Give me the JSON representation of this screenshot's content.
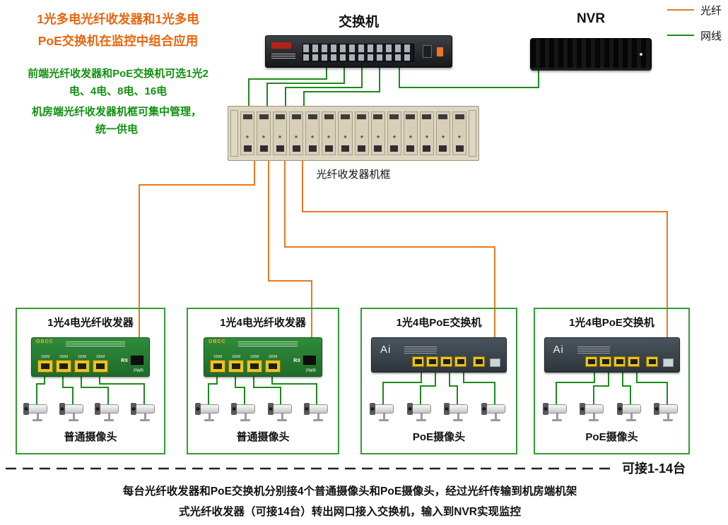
{
  "colors": {
    "fiber_line": "#e87920",
    "ethernet_line": "#1b8a1b",
    "title_text": "#e8650d",
    "note_text": "#119111",
    "group_border": "#2f9e2f"
  },
  "legend": {
    "fiber_label": "光纤",
    "ethernet_label": "网线"
  },
  "intro": {
    "title_line1": "1光多电光纤收发器和1光多电",
    "title_line2": "PoE交换机在监控中组合应用",
    "note1": "前端光纤收发器和PoE交换机可选1光2电、4电、8电、16电",
    "note2": "机房端光纤收发器机框可集中管理，统一供电"
  },
  "core": {
    "switch_label": "交换机",
    "nvr_label": "NVR",
    "rack_label": "光纤收发器机框"
  },
  "small": {
    "brand": "OBCC",
    "rx": "RX",
    "pwr": "PWR",
    "ai": "Ai",
    "speed": "100M"
  },
  "groups": [
    {
      "title": "1光4电光纤收发器",
      "device": "fiber-transceiver",
      "camera_label": "普通摄像头",
      "camera_count": 4
    },
    {
      "title": "1光4电光纤收发器",
      "device": "fiber-transceiver",
      "camera_label": "普通摄像头",
      "camera_count": 4
    },
    {
      "title": "1光4电PoE交换机",
      "device": "poe-switch",
      "camera_label": "PoE摄像头",
      "camera_count": 4
    },
    {
      "title": "1光4电PoE交换机",
      "device": "poe-switch",
      "camera_label": "PoE摄像头",
      "camera_count": 4
    }
  ],
  "footer": {
    "capacity": "可接1-14台",
    "line1": "每台光纤收发器和PoE交换机分别接4个普通摄像头和PoE摄像头，经过光纤传输到机房端机架",
    "line2": "式光纤收发器（可接14台）转出网口接入交换机，输入到NVR实现监控"
  }
}
